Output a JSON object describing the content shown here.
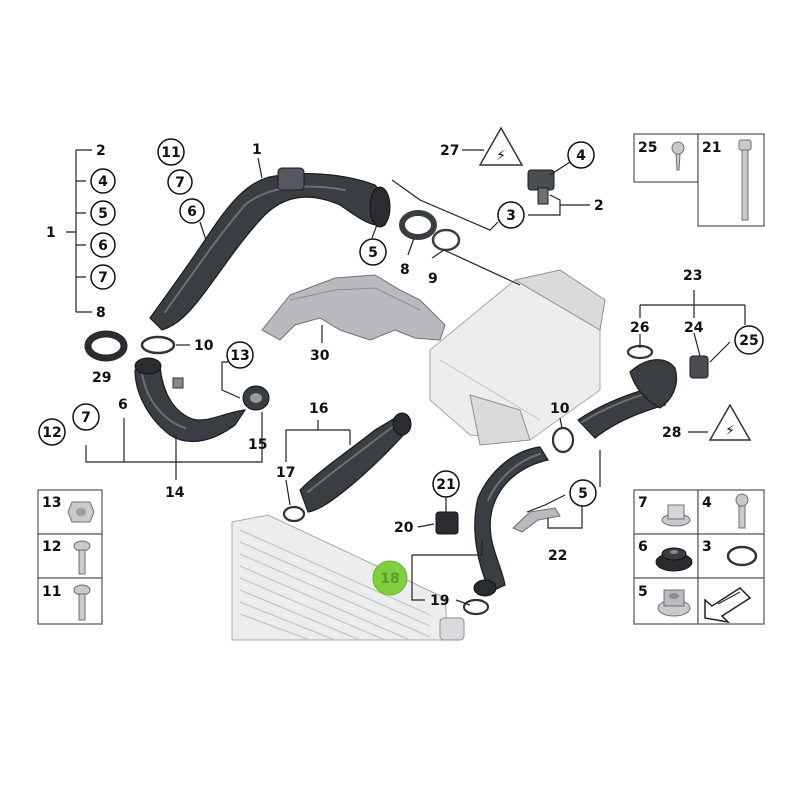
{
  "callouts": {
    "c1_main": "1",
    "c1_left": "1",
    "c2_top": "2",
    "c4_circ": "4",
    "c5_circ": "5",
    "c6_circ": "6",
    "c7_circ": "7",
    "c8_bot": "8",
    "c11": "11",
    "c7b": "7",
    "c6b": "6",
    "c5_mid": "5",
    "c8_mid": "8",
    "c9": "9",
    "c27": "27",
    "c4_right": "4",
    "c3_right": "3",
    "c2_right": "2",
    "c10_left": "10",
    "c13": "13",
    "c29": "29",
    "c30": "30",
    "c12": "12",
    "c7c": "7",
    "c6c": "6",
    "c14": "14",
    "c15": "15",
    "c16": "16",
    "c17": "17",
    "c10_right": "10",
    "c23": "23",
    "c26": "26",
    "c24": "24",
    "c25": "25",
    "c28": "28",
    "c21": "21",
    "c20": "20",
    "c18": "18",
    "c19": "19",
    "c5_low": "5",
    "c22": "22"
  },
  "legend_top": {
    "a": "25",
    "b": "21"
  },
  "legend_left": {
    "a": "13",
    "b": "12",
    "c": "11"
  },
  "legend_right": {
    "a": "7",
    "b": "4",
    "c": "6",
    "d": "3",
    "e": "5"
  },
  "colors": {
    "hose": "#3a3d42",
    "highlight": "#7fcf3f",
    "line": "#222222"
  }
}
